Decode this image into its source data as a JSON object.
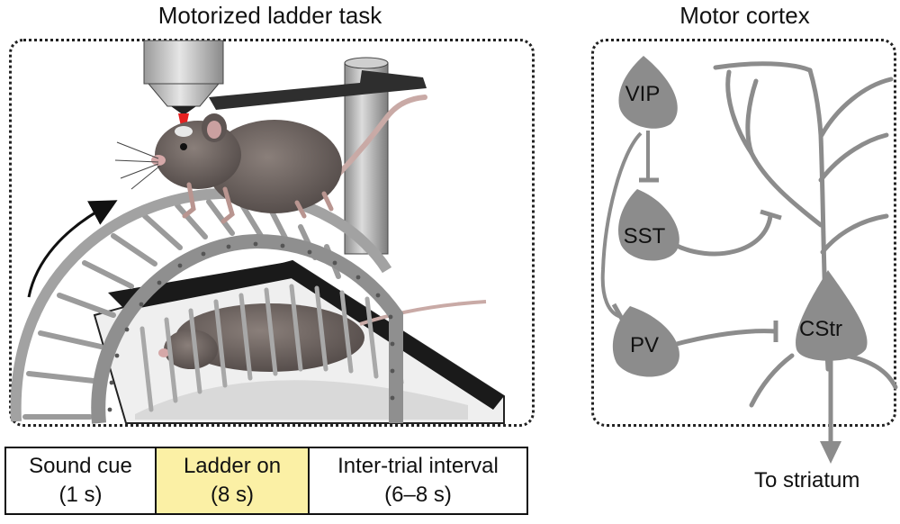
{
  "left_title": "Motorized ladder task",
  "right_title": "Motor cortex",
  "timeline": [
    {
      "label": "Sound cue",
      "duration": "(1 s)",
      "highlight": false
    },
    {
      "label": "Ladder on",
      "duration": "(8 s)",
      "highlight": true
    },
    {
      "label": "Inter-trial interval",
      "duration": "(6–8 s)",
      "highlight": false
    }
  ],
  "cells": {
    "vip": "VIP",
    "sst": "SST",
    "pv": "PV",
    "cstr": "CStr"
  },
  "output_label": "To striatum",
  "colors": {
    "neuron_gray": "#8c8c8c",
    "highlight_yellow": "#fbf0a5",
    "laser_red": "#e52020"
  }
}
